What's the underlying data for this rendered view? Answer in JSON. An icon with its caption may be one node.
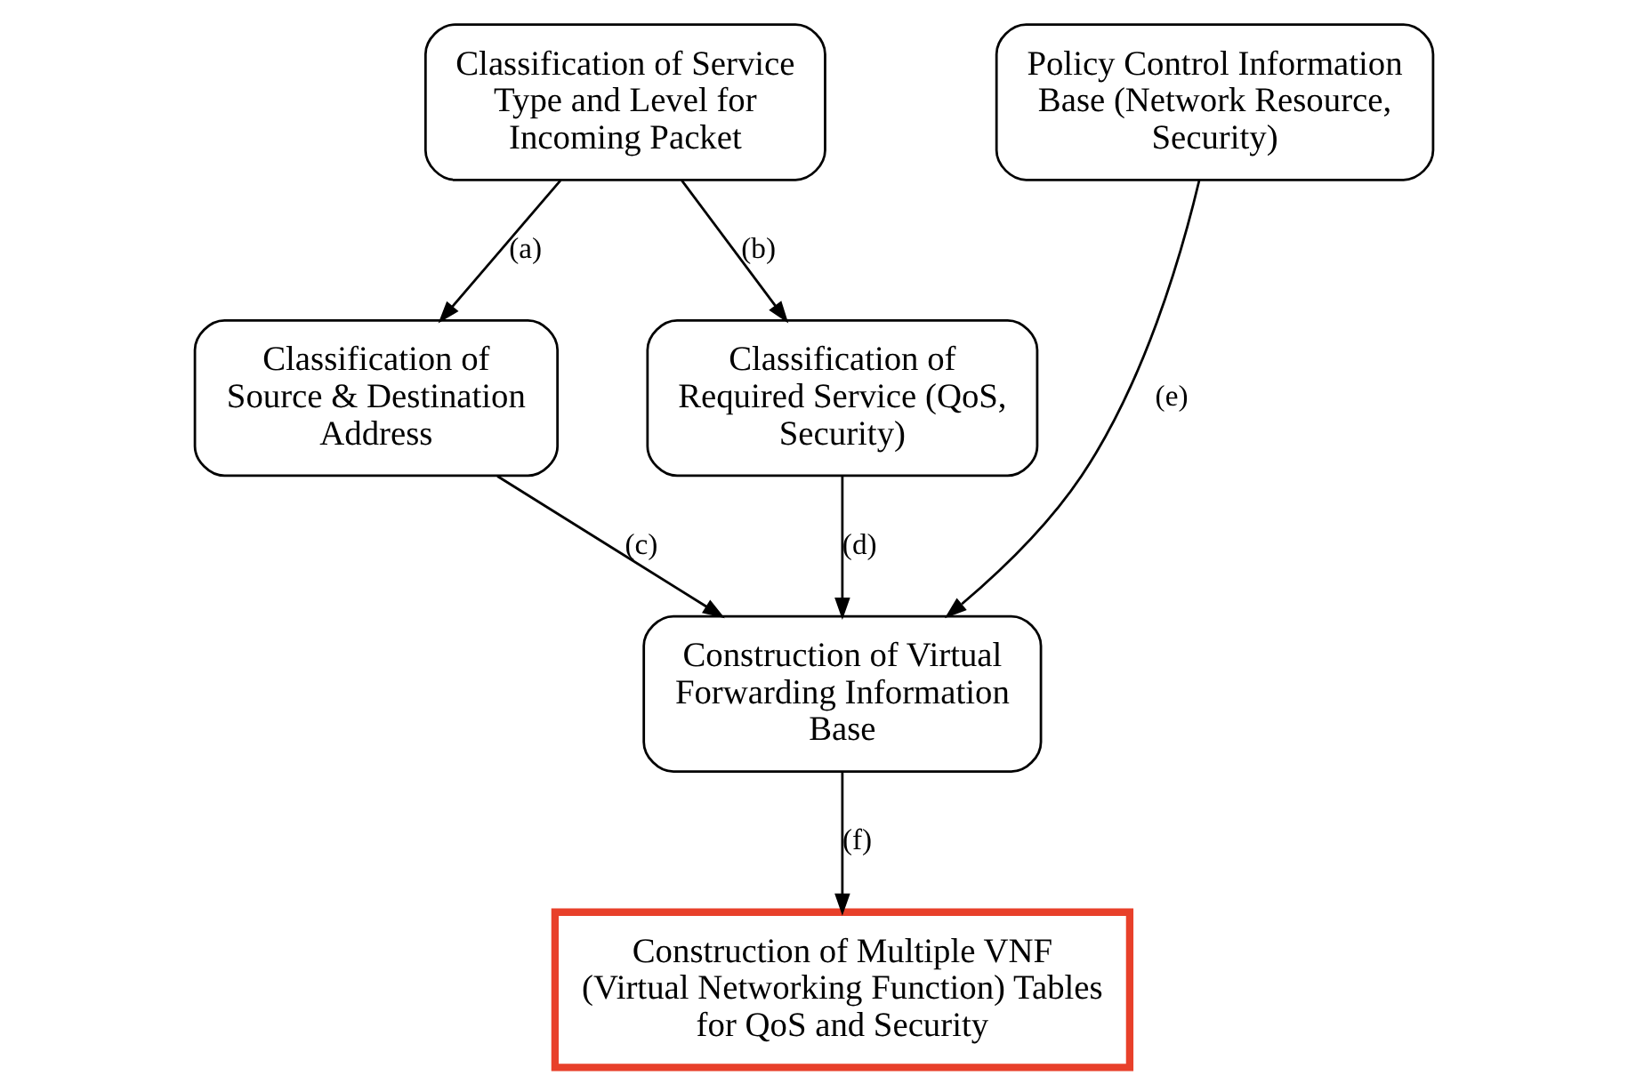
{
  "diagram": {
    "nodes": [
      {
        "text": [
          "Classification of Service Type and Level for Incoming Packet"
        ]
      },
      {
        "text": [
          "Classification of Source & Destination Address"
        ]
      },
      {
        "text": [
          "Classification of Required Service (QoS, Security)"
        ]
      },
      {
        "text": [
          "Policy Control Information Base (Network Resource, Security)"
        ]
      },
      {
        "text": [
          "Construction of Virtual Forwarding Information Base"
        ]
      },
      {
        "text": [
          "Construction of Multiple VNF (Virtual Networking Function) Tables for QoS and Security"
        ]
      }
    ],
    "edges": [
      {
        "from": 0,
        "to": 1,
        "arrow": "to",
        "label": "(a)"
      },
      {
        "from": 0,
        "to": 2,
        "arrow": "to",
        "label": "(b)"
      },
      {
        "from": 1,
        "to": 4,
        "arrow": "to",
        "label": "(c)"
      },
      {
        "from": 2,
        "to": 4,
        "arrow": "to",
        "label": "(d)"
      },
      {
        "from": 3,
        "to": 4,
        "arrow": "to",
        "label": "(e)"
      },
      {
        "from": 4,
        "to": 5,
        "arrow": "to",
        "label": "(f)"
      }
    ]
  }
}
